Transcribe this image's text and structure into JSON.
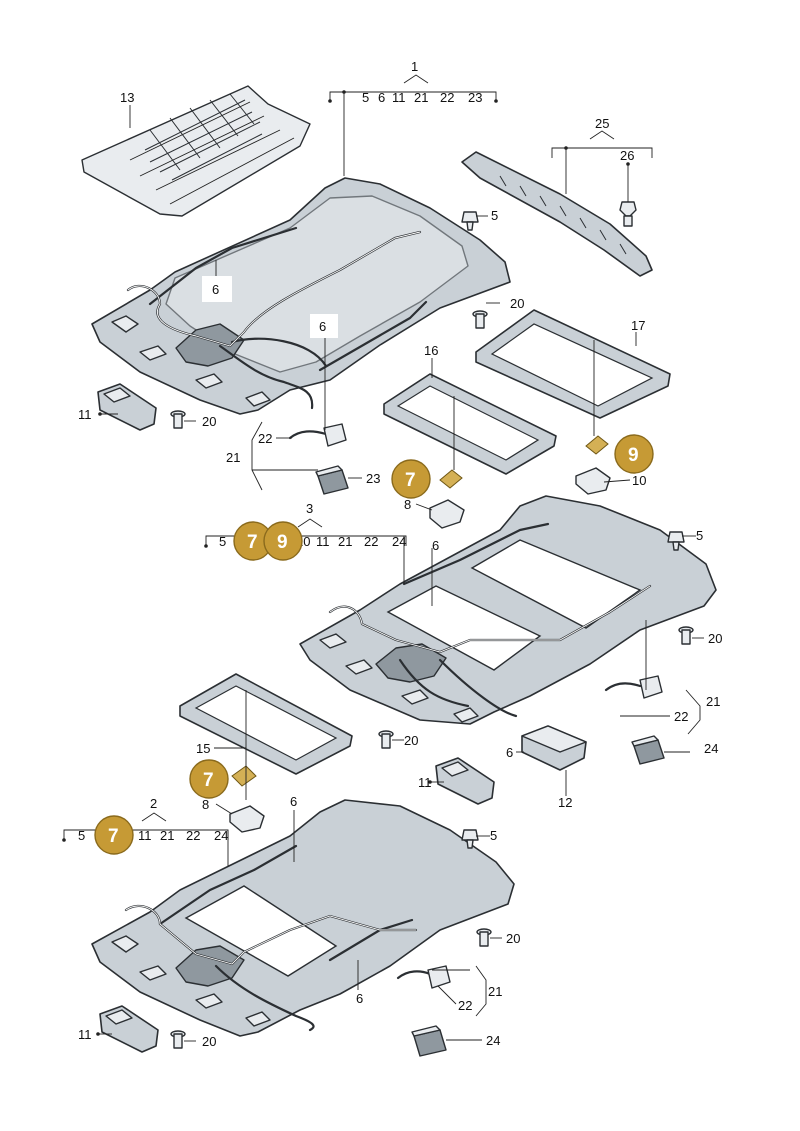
{
  "diagram": {
    "group1": {
      "number": "1",
      "sub_numbers": [
        "5",
        "6",
        "11",
        "21",
        "22",
        "23"
      ]
    },
    "group2": {
      "number": "2",
      "sub_numbers": [
        "5",
        "11",
        "21",
        "22",
        "24"
      ]
    },
    "group3": {
      "number": "3",
      "sub_numbers": [
        "5",
        "10",
        "11",
        "21",
        "22",
        "24"
      ]
    },
    "group25": {
      "number": "25",
      "sub_numbers": [
        "26"
      ]
    },
    "callouts": {
      "c5": "5",
      "c6": "6",
      "c8": "8",
      "c10": "10",
      "c11": "11",
      "c12": "12",
      "c13": "13",
      "c15": "15",
      "c16": "16",
      "c17": "17",
      "c20": "20",
      "c21": "21",
      "c22": "22",
      "c23": "23",
      "c24": "24"
    },
    "badges": {
      "b7": "7",
      "b9": "9"
    },
    "colors": {
      "badge_fill": "#c69a35",
      "part_fill": "#c9d0d6",
      "outline": "#2b2f33"
    }
  }
}
